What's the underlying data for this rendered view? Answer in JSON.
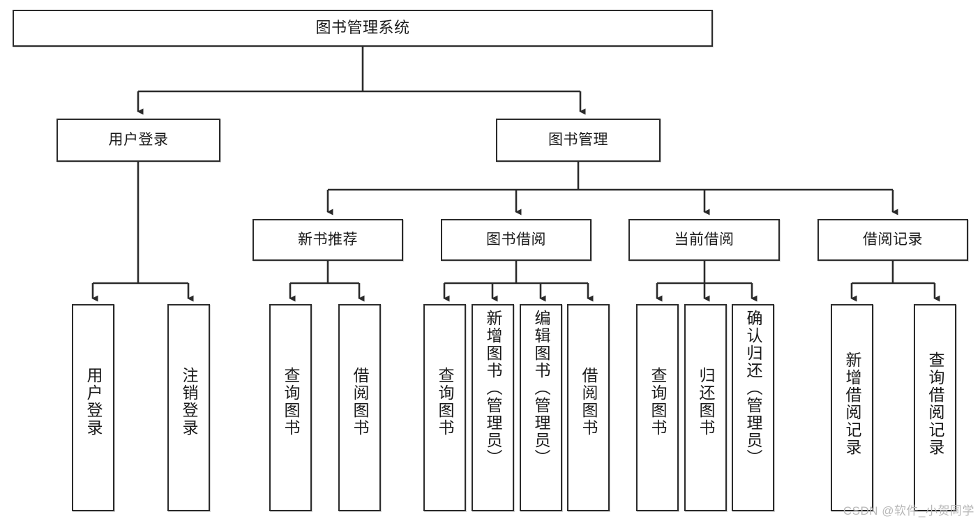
{
  "diagram": {
    "title": "图书管理系统",
    "type": "tree-hierarchy-chart",
    "watermark": "CSDN @软件_小贺同学",
    "colors": {
      "border": "#2b2b2b",
      "background": "#ffffff",
      "text": "#1a1a1a",
      "connector": "#2b2b2b",
      "watermark": "#b8b8b8"
    },
    "nodes": {
      "root": {
        "label": "图书管理系统"
      },
      "level2": [
        {
          "id": "user-login",
          "label": "用户登录"
        },
        {
          "id": "book-management",
          "label": "图书管理"
        }
      ],
      "level3": [
        {
          "id": "new-book-recommend",
          "label": "新书推荐"
        },
        {
          "id": "book-borrow",
          "label": "图书借阅"
        },
        {
          "id": "current-borrow",
          "label": "当前借阅"
        },
        {
          "id": "borrow-record",
          "label": "借阅记录"
        }
      ],
      "leaves": {
        "user-login": [
          {
            "id": "leaf-user-login",
            "label": "用户登录"
          },
          {
            "id": "leaf-logout",
            "label": "注销登录"
          }
        ],
        "new-book-recommend": [
          {
            "id": "leaf-query-book-1",
            "label": "查询图书"
          },
          {
            "id": "leaf-borrow-book-1",
            "label": "借阅图书"
          }
        ],
        "book-borrow": [
          {
            "id": "leaf-query-book-2",
            "label": "查询图书"
          },
          {
            "id": "leaf-add-book",
            "label": "新增图书（管理员）"
          },
          {
            "id": "leaf-edit-book",
            "label": "编辑图书（管理员）"
          },
          {
            "id": "leaf-borrow-book-2",
            "label": "借阅图书"
          }
        ],
        "current-borrow": [
          {
            "id": "leaf-query-book-3",
            "label": "查询图书"
          },
          {
            "id": "leaf-return-book",
            "label": "归还图书"
          },
          {
            "id": "leaf-confirm-return",
            "label": "确认归还（管理员）"
          }
        ],
        "borrow-record": [
          {
            "id": "leaf-add-record",
            "label": "新增借阅记录"
          },
          {
            "id": "leaf-query-record",
            "label": "查询借阅记录"
          }
        ]
      }
    }
  }
}
